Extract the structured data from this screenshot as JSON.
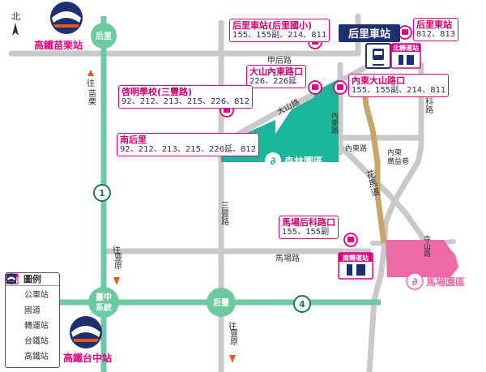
{
  "compass": "北",
  "hsr_stations": [
    {
      "label": "高鐵苗栗站"
    },
    {
      "label": "高鐵台中站"
    }
  ],
  "train_station": {
    "label": "后里車站"
  },
  "transfer_station_north": {
    "label": "北轉運站"
  },
  "transfer_station_south": {
    "label": "南轉運站"
  },
  "freeway_shields": [
    "1",
    "1",
    "4"
  ],
  "circle_labels": {
    "houli": "后里",
    "taichung_line1": "臺中",
    "taichung_line2": "系統",
    "houfeng": "后豐"
  },
  "roads": {
    "jiahou": "甲后路",
    "dashan": "大山路",
    "neidong_v": "內東路",
    "neidong_h": "內東路",
    "neidong_guangyi_1": "內東",
    "neidong_guangyi_2": "廣益巷",
    "hualu": "花馬道",
    "sanfeng": "三豐路",
    "machang": "馬場路",
    "houke": "后科路",
    "sishan": "寺山路"
  },
  "directions": {
    "to_miaoli_1": "往",
    "to_miaoli_2": "苗栗",
    "to_fengyuan_a_1": "往",
    "to_fengyuan_a_2": "豐原",
    "to_fengyuan_b_1": "往",
    "to_fengyuan_b_2": "豐原"
  },
  "parks": {
    "forest": "森林園區",
    "horse": "馬場園區"
  },
  "bus_stops": [
    {
      "name": "后里車站(后里國小)",
      "routes": "155、155副、214、811"
    },
    {
      "name": "后里東站",
      "routes": "812、813"
    },
    {
      "name": "大山內東路口",
      "routes": "226、226延"
    },
    {
      "name": "內東大山路口",
      "routes": "155、155副、214、811"
    },
    {
      "name": "啓明學校(三豐路)",
      "routes": "92、212、213、215、226、812"
    },
    {
      "name": "南后里",
      "routes": "92、212、213、215、226延、812"
    },
    {
      "name": "馬場后科路口",
      "routes": "155、155副"
    }
  ],
  "legend": {
    "title": "圖例",
    "items": [
      "公車站",
      "國道",
      "轉運站",
      "台鐵站",
      "高鐵站"
    ]
  },
  "colors": {
    "bus_stop": "#e4007f",
    "freeway": "#6cc9a0",
    "forest_park": "#1bb59a",
    "horse_park": "#ee6aa7",
    "flower_road": "#c8a66a",
    "rail_navy": "#1d2f6f",
    "road": "#c8c8c8"
  }
}
